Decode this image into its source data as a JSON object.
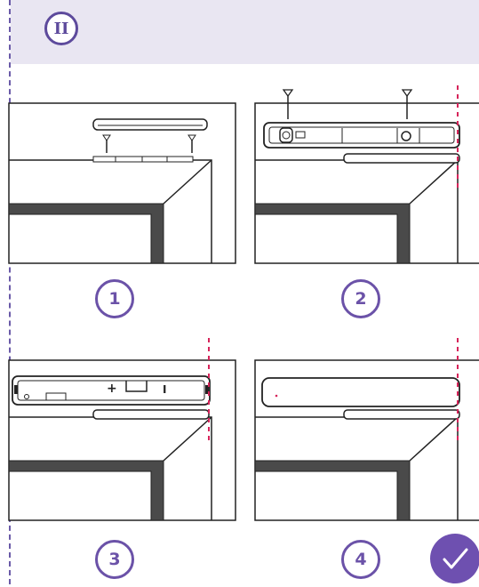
{
  "header": {
    "section_numeral": "II"
  },
  "steps": [
    {
      "number": "1"
    },
    {
      "number": "2"
    },
    {
      "number": "3"
    },
    {
      "number": "4"
    }
  ],
  "device_labels": {
    "plus": "+",
    "minus": "I"
  },
  "colors": {
    "accent": "#6b52a8",
    "header_band": "#e9e6f2",
    "marker_dash": "#d6245a",
    "frame_dark": "#4a4a4a",
    "line": "#222222"
  },
  "icons": [
    "screw-icon",
    "checkmark-icon"
  ]
}
